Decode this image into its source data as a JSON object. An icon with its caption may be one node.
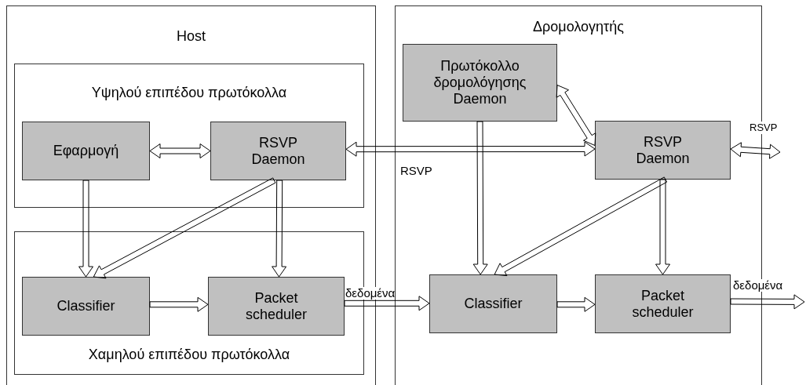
{
  "diagram": {
    "nodes": [
      {
        "text": [
          "Host"
        ]
      },
      {
        "text": [
          "Υψηλού επιπέδου πρωτόκολλα"
        ],
        "in": 0
      },
      {
        "text": [
          "Εφαρμογή"
        ],
        "in": 1
      },
      {
        "text": [
          "RSVP Daemon"
        ],
        "in": 1
      },
      {
        "text": [
          "Χαμηλού επιπέδου πρωτόκολλα"
        ],
        "in": 0
      },
      {
        "text": [
          "Classifier"
        ],
        "in": 4
      },
      {
        "text": [
          "Packet scheduler"
        ],
        "in": 4
      },
      {
        "text": [
          "Δρομολογητής"
        ]
      },
      {
        "text": [
          "Πρωτόκολλο δρομολόγησης Daemon"
        ],
        "in": 7
      },
      {
        "text": [
          "RSVP Daemon"
        ],
        "in": 7
      },
      {
        "text": [
          "Classifier"
        ],
        "in": 7
      },
      {
        "text": [
          "Packet scheduler"
        ],
        "in": 7
      }
    ],
    "edges": [
      {
        "from": 2,
        "to": 3,
        "arrow": "both"
      },
      {
        "from": 3,
        "to": 9,
        "arrow": "both",
        "label": "RSVP"
      },
      {
        "from": 2,
        "to": 5,
        "arrow": "to"
      },
      {
        "from": 3,
        "to": 5,
        "arrow": "to"
      },
      {
        "from": 3,
        "to": 6,
        "arrow": "to"
      },
      {
        "from": 5,
        "to": 6,
        "arrow": "to"
      },
      {
        "from": 6,
        "to": 10,
        "arrow": "to",
        "label": "δεδομένα"
      },
      {
        "from": 8,
        "to": 9,
        "arrow": "both"
      },
      {
        "from": 8,
        "to": 10,
        "arrow": "to"
      },
      {
        "from": 9,
        "to": 10,
        "arrow": "to"
      },
      {
        "from": 9,
        "to": 11,
        "arrow": "to"
      },
      {
        "from": 10,
        "to": 11,
        "arrow": "to"
      },
      {
        "from": 9,
        "to": null,
        "arrow": "both",
        "label": "RSVP"
      },
      {
        "from": 11,
        "to": null,
        "arrow": "to",
        "label": "δεδομένα"
      }
    ]
  }
}
